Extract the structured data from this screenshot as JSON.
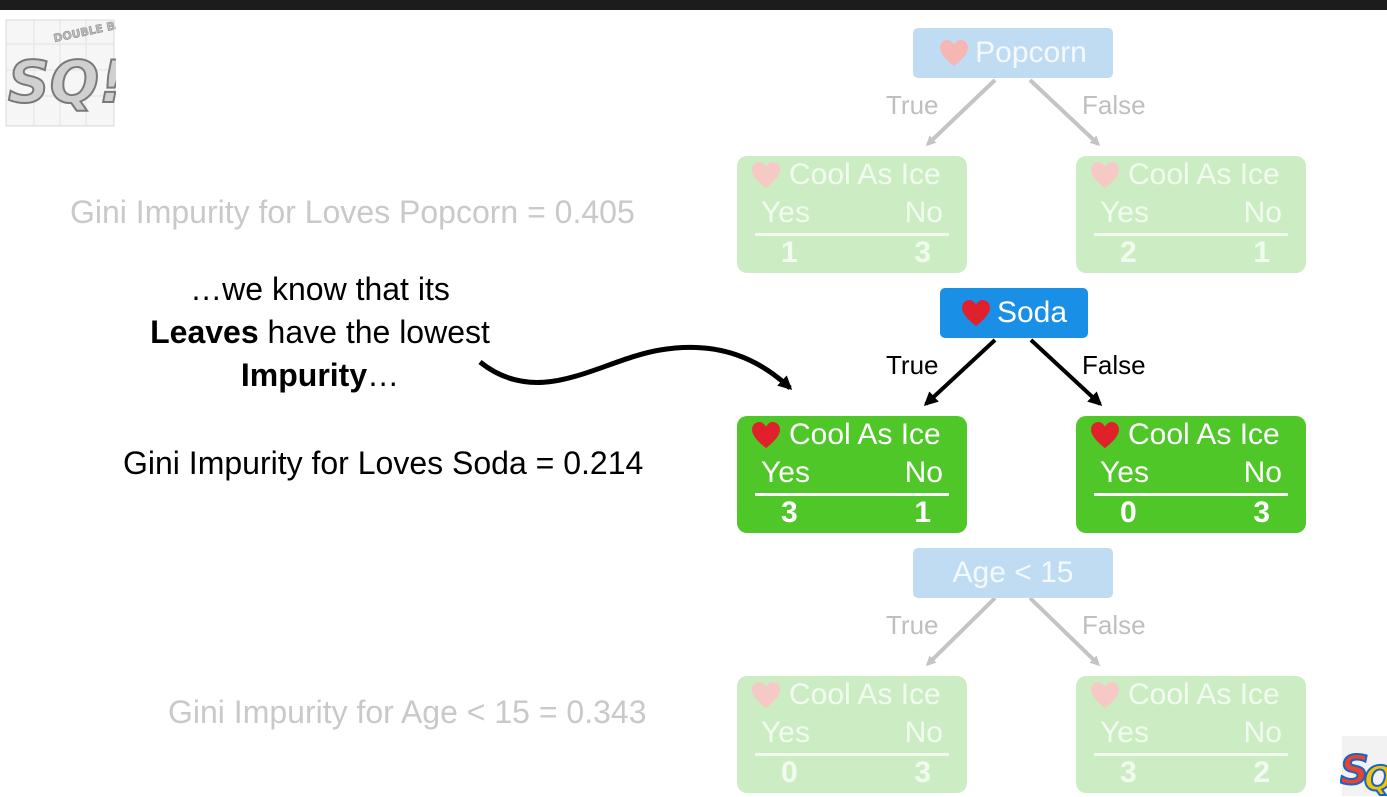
{
  "logo": {
    "small_text": "DOUBLE BAM!!",
    "letters": "SQ!"
  },
  "caption": {
    "line1": "…we know that its",
    "line2_bold": "Leaves",
    "line2_rest": " have the lowest",
    "line3_bold": "Impurity",
    "line3_rest": "…"
  },
  "gini": {
    "popcorn": "Gini Impurity for Loves Popcorn = 0.405",
    "soda": "Gini Impurity for Loves Soda = 0.214",
    "age": "Gini Impurity for Age < 15 = 0.343"
  },
  "trees": {
    "popcorn": {
      "root": "Popcorn",
      "true_label": "True",
      "false_label": "False",
      "left": {
        "title": "Cool As Ice",
        "yes": "Yes",
        "no": "No",
        "yes_count": "1",
        "no_count": "3"
      },
      "right": {
        "title": "Cool As Ice",
        "yes": "Yes",
        "no": "No",
        "yes_count": "2",
        "no_count": "1"
      }
    },
    "soda": {
      "root": "Soda",
      "true_label": "True",
      "false_label": "False",
      "left": {
        "title": "Cool As Ice",
        "yes": "Yes",
        "no": "No",
        "yes_count": "3",
        "no_count": "1"
      },
      "right": {
        "title": "Cool As Ice",
        "yes": "Yes",
        "no": "No",
        "yes_count": "0",
        "no_count": "3"
      }
    },
    "age": {
      "root": "Age < 15",
      "true_label": "True",
      "false_label": "False",
      "left": {
        "title": "Cool As Ice",
        "yes": "Yes",
        "no": "No",
        "yes_count": "0",
        "no_count": "3"
      },
      "right": {
        "title": "Cool As Ice",
        "yes": "Yes",
        "no": "No",
        "yes_count": "3",
        "no_count": "2"
      }
    }
  },
  "colors": {
    "active_root": "#1a8fe6",
    "faded_root": "#bfdcf3",
    "active_leaf": "#4fc728",
    "faded_leaf": "#ccedc4",
    "heart": "#e0202a"
  }
}
